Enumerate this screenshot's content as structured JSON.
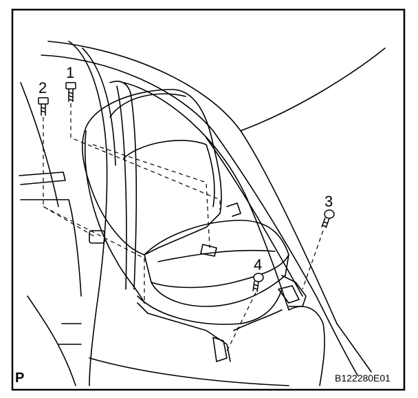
{
  "diagram": {
    "callouts": [
      {
        "id": "1",
        "label": "1"
      },
      {
        "id": "2",
        "label": "2"
      },
      {
        "id": "3",
        "label": "3"
      },
      {
        "id": "4",
        "label": "4"
      }
    ],
    "corner_label": "P",
    "figure_code": "B122280E01",
    "colors": {
      "ink": "#000000",
      "background": "#ffffff"
    }
  }
}
